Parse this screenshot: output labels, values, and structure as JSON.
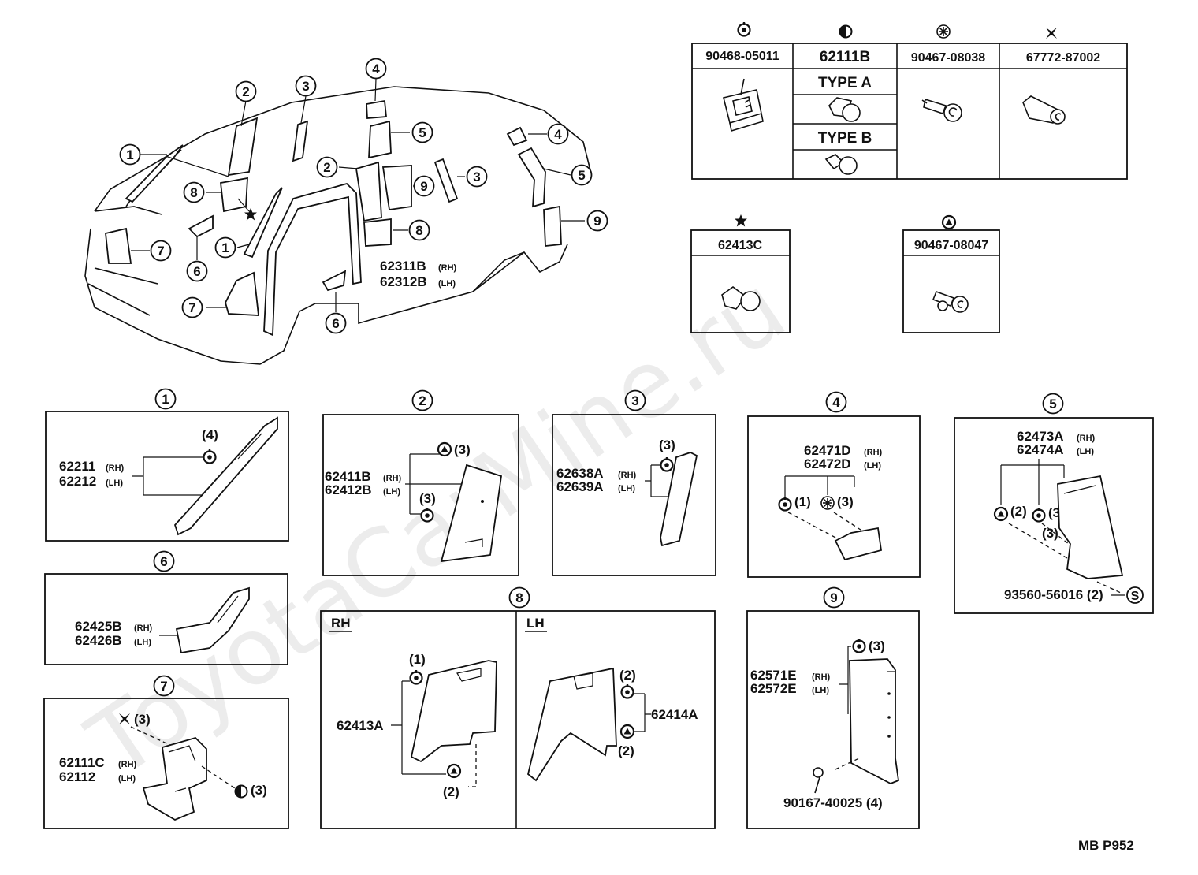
{
  "watermark": "ToyotaCarMine.ru",
  "fastener_table": {
    "columns": [
      {
        "symbol": "circle-dot-symbol",
        "part": "90468-05011"
      },
      {
        "symbol": "half-circle-symbol",
        "part": "62111B",
        "types": [
          "TYPE A",
          "TYPE B"
        ]
      },
      {
        "symbol": "asterisk-circle-symbol",
        "part": "90467-08038"
      },
      {
        "symbol": "cross-symbol",
        "part": "67772-87002"
      }
    ]
  },
  "extra_fasteners": [
    {
      "symbol": "★",
      "part": "62413C"
    },
    {
      "symbol": "triangle-circle-symbol",
      "part": "90467-08047"
    }
  ],
  "overview": {
    "callouts": [
      "1",
      "2",
      "3",
      "4",
      "5",
      "6",
      "7",
      "8",
      "9"
    ],
    "opening_trim": {
      "rh": "62311B",
      "rh_tag": "(RH)",
      "lh": "62312B",
      "lh_tag": "(LH)"
    }
  },
  "panels": {
    "p1": {
      "num": "1",
      "rh": "62211",
      "lh": "62212",
      "qty": "(4)"
    },
    "p2": {
      "num": "2",
      "rh": "62411B",
      "lh": "62412B",
      "qty_top": "(3)",
      "qty_bot": "(3)"
    },
    "p3": {
      "num": "3",
      "rh": "62638A",
      "lh": "62639A",
      "qty": "(3)"
    },
    "p4": {
      "num": "4",
      "rh": "62471D",
      "lh": "62472D",
      "qty_a": "(1)",
      "qty_b": "(3)"
    },
    "p5": {
      "num": "5",
      "rh": "62473A",
      "lh": "62474A",
      "qty_a": "(2)",
      "qty_b": "(3)",
      "qty_c": "(3)",
      "screw": "93560-56016 (2)",
      "screw_sym": "S"
    },
    "p6": {
      "num": "6",
      "rh": "62425B",
      "lh": "62426B"
    },
    "p7": {
      "num": "7",
      "rh": "62111C",
      "lh": "62112",
      "qty_a": "(3)",
      "qty_b": "(3)"
    },
    "p8": {
      "num": "8",
      "rh_label": "RH",
      "lh_label": "LH",
      "rh_part": "62413A",
      "lh_part": "62414A",
      "rh_q1": "(1)",
      "rh_q2": "(2)",
      "lh_q1": "(2)",
      "lh_q2": "(2)"
    },
    "p9": {
      "num": "9",
      "rh": "62571E",
      "lh": "62572E",
      "qty": "(3)",
      "screw": "90167-40025 (4)"
    }
  },
  "labels": {
    "rh": "(RH)",
    "lh": "(LH)"
  },
  "footer": "MB  P952"
}
